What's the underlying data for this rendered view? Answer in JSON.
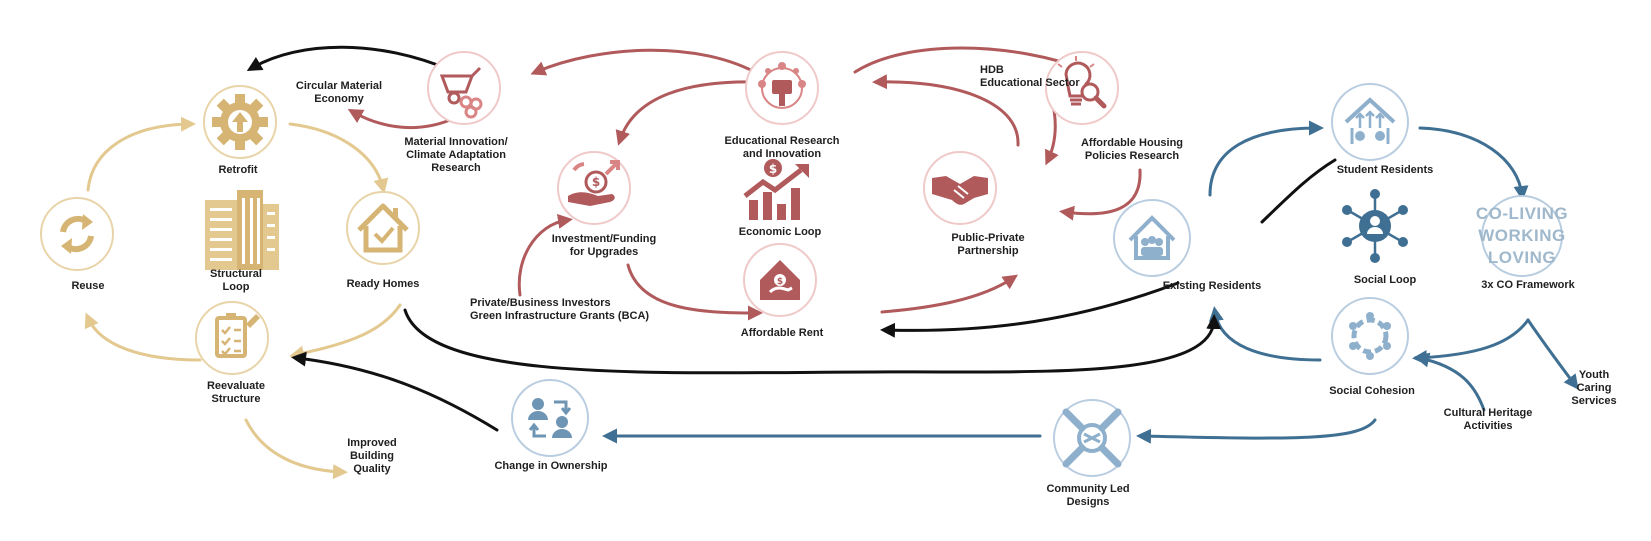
{
  "colors": {
    "structural": "#e3c88f",
    "structural_dark": "#c9a85e",
    "economic": "#b15a5c",
    "economic_light": "#f0c9c9",
    "social": "#3f6f92",
    "social_light": "#b9cde0",
    "link": "#111111"
  },
  "structural_loop": {
    "label": "Structural\nLoop",
    "nodes": {
      "retrofit": {
        "label": "Retrofit",
        "icon": "gear-up-arrow-icon"
      },
      "ready_homes": {
        "label": "Ready Homes",
        "icon": "house-check-icon"
      },
      "reevaluate": {
        "label": "Reevaluate\nStructure",
        "icon": "checklist-icon"
      },
      "reuse": {
        "label": "Reuse",
        "icon": "recycle-arrows-icon"
      }
    },
    "improved": "Improved\nBuilding\nQuality",
    "icon": "building-icon"
  },
  "economic_loop": {
    "label": "Economic Loop",
    "icon": "bar-chart-rising-icon",
    "circular_material": "Circular Material\nEconomy",
    "investors": "Private/Business Investors\nGreen Infrastructure Grants (BCA)",
    "hdb": "HDB\nEducational Sector",
    "nodes": {
      "material": {
        "label": "Material Innovation/\nClimate Adaptation\nResearch",
        "icon": "wheelbarrow-icon"
      },
      "educational": {
        "label": "Educational Research\nand Innovation",
        "icon": "research-network-icon"
      },
      "affordable_research": {
        "label": "Affordable Housing\nPolicies Research",
        "icon": "lightbulb-magnifier-icon"
      },
      "investment": {
        "label": "Investment/Funding\nfor Upgrades",
        "icon": "hand-coin-icon"
      },
      "ppp": {
        "label": "Public-Private\nPartnership",
        "icon": "handshake-icon"
      },
      "rent": {
        "label": "Affordable Rent",
        "icon": "house-hand-icon"
      }
    }
  },
  "social_loop": {
    "label": "Social Loop",
    "icon": "social-network-icon",
    "framework_text": "CO-LIVING\nWORKING\nLOVING",
    "youth": "Youth Caring\nServices",
    "cultural": "Cultural Heritage\nActivities",
    "nodes": {
      "existing": {
        "label": "Existing Residents",
        "icon": "house-people-icon"
      },
      "student": {
        "label": "Student Residents",
        "icon": "house-arrows-icon"
      },
      "framework": {
        "label": "3x CO Framework"
      },
      "cohesion": {
        "label": "Social Cohesion",
        "icon": "people-circle-icon"
      },
      "community": {
        "label": "Community Led\nDesigns",
        "icon": "hands-together-icon"
      },
      "ownership": {
        "label": "Change in Ownership",
        "icon": "people-exchange-icon"
      }
    }
  }
}
